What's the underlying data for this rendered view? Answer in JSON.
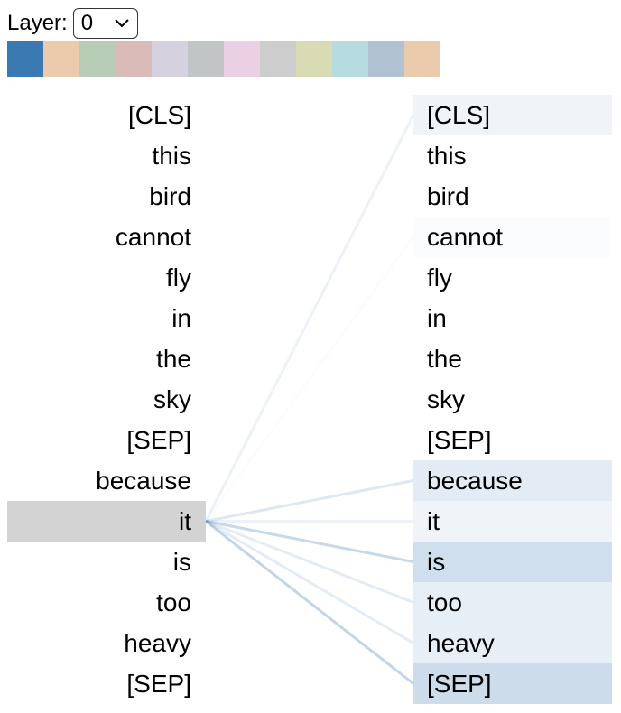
{
  "layer_control": {
    "label": "Layer:",
    "selected": "0"
  },
  "heads": [
    {
      "color": "#3b79b3"
    },
    {
      "color": "#ebcbab"
    },
    {
      "color": "#b8cdb5"
    },
    {
      "color": "#dbbbb8"
    },
    {
      "color": "#d6d1de"
    },
    {
      "color": "#c1c5c5"
    },
    {
      "color": "#ebcfe2"
    },
    {
      "color": "#cdcdcd"
    },
    {
      "color": "#d9dbb5"
    },
    {
      "color": "#b6dbe0"
    },
    {
      "color": "#b0c2d2"
    },
    {
      "color": "#ebcbab"
    }
  ],
  "attention_color": "#3b79b3",
  "tokens": [
    "[CLS]",
    "this",
    "bird",
    "cannot",
    "fly",
    "in",
    "the",
    "sky",
    "[SEP]",
    "because",
    "it",
    "is",
    "too",
    "heavy",
    "[SEP]"
  ],
  "selected_index": 10,
  "attention_weights": [
    0.08,
    0.0,
    0.0,
    0.02,
    0.0,
    0.0,
    0.0,
    0.0,
    0.0,
    0.14,
    0.08,
    0.24,
    0.12,
    0.12,
    0.26
  ]
}
